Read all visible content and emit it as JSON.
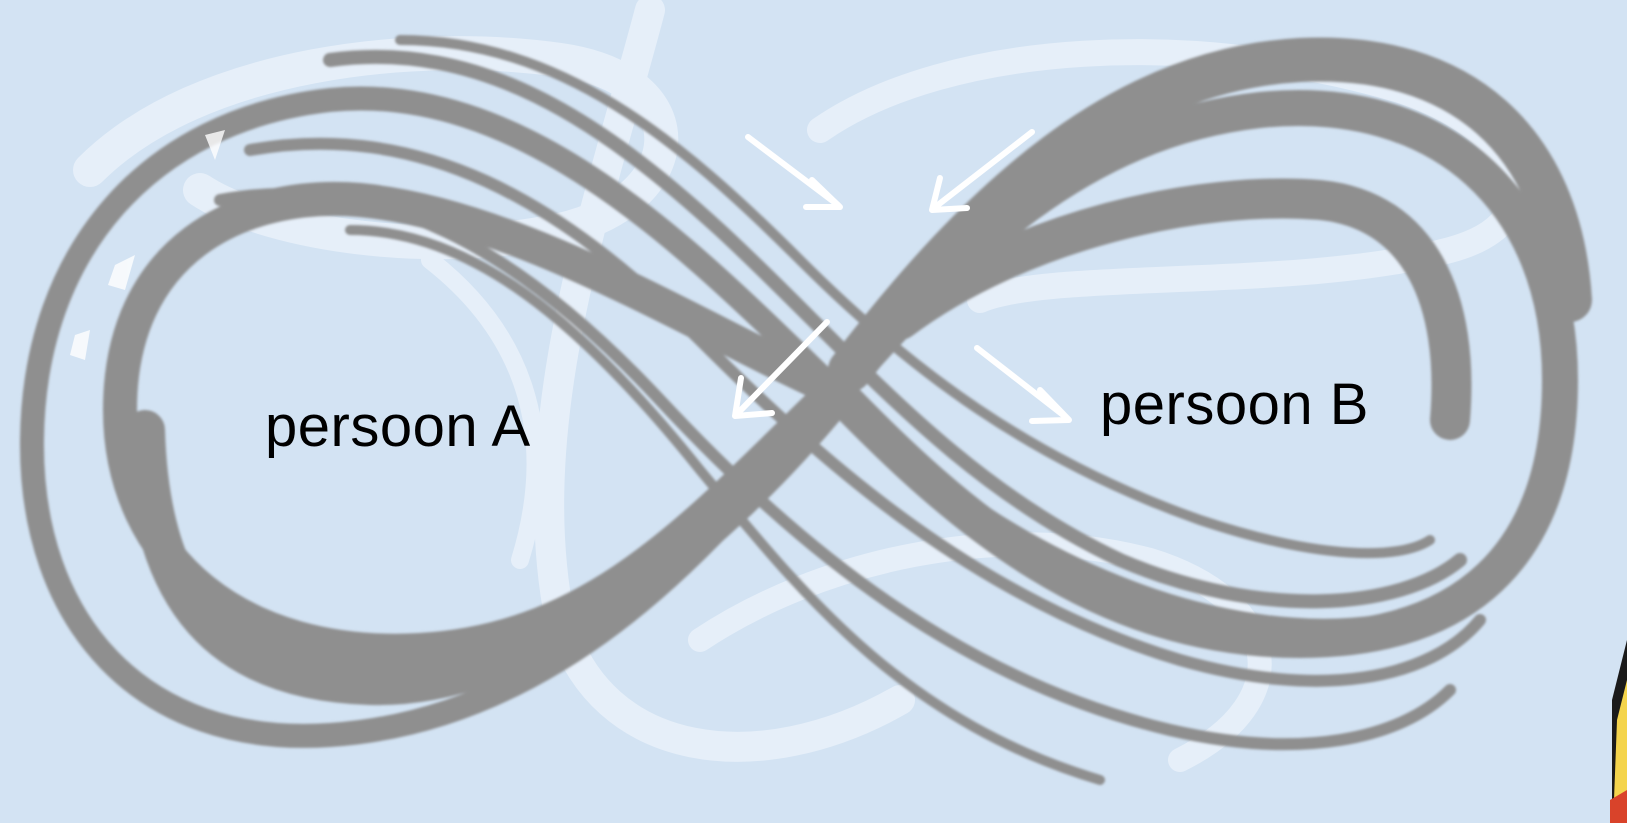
{
  "labels": {
    "person_a": "persoon A",
    "person_b": "persoon B"
  },
  "colors": {
    "background": "#d3e3f3",
    "background_swirl": "#e6eff9",
    "infinity_stroke": "#8f8f8f",
    "arrow": "#ffffff",
    "label_text": "#000000",
    "corner_accent": "#f4d44c",
    "corner_accent_dark": "#1a1a1a",
    "corner_accent_red": "#d9432a"
  },
  "arrows": [
    {
      "direction": "down-right",
      "meaning": "toward-center"
    },
    {
      "direction": "down-left",
      "meaning": "toward-center"
    },
    {
      "direction": "down-left",
      "meaning": "toward-person-a"
    },
    {
      "direction": "down-right",
      "meaning": "toward-person-b"
    }
  ],
  "icons": {
    "background": "swirl-background",
    "symbol": "infinity-loop"
  }
}
